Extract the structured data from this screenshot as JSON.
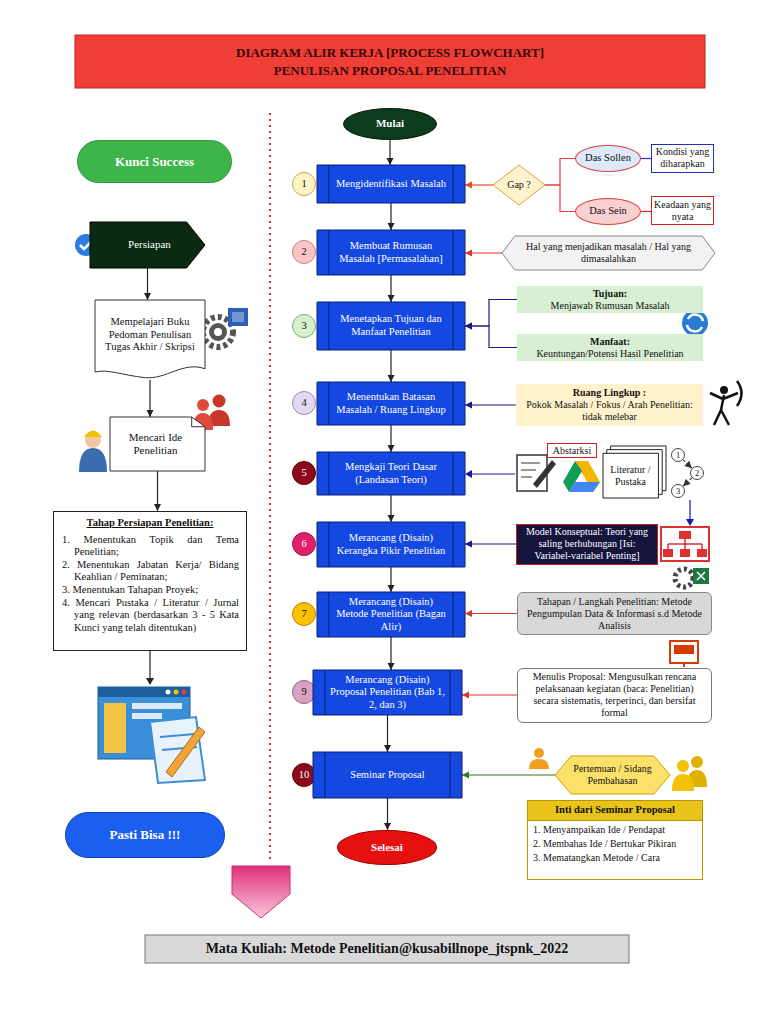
{
  "diagram": {
    "title": "DIAGRAM ALIR KERJA [PROCESS FLOWCHART] PENULISAN PROPOSAL PENELITIAN",
    "caption": "Mata Kuliah: Metode Penelitian@kusabillnope_jtspnk_2022",
    "nodes": [
      {
        "text": [
          "Kunci Success"
        ]
      },
      {
        "text": [
          "Persiapan"
        ]
      },
      {
        "text": [
          "Mempelajari Buku Pedoman Penulisan Tugas Akhir / Skripsi"
        ]
      },
      {
        "text": [
          "Mencari Ide Penelitian"
        ]
      },
      {
        "text": [
          "Tahap Persiapan Penelitian:",
          "1. Menentukan Topik dan Tema Penelitian;",
          "2. Menentukan Jabatan Kerja/ Bidang Keahlian / Peminatan;",
          "3. Menentukan Tahapan Proyek;",
          "4. Mencari Pustaka / Literatur / Jurnal yang relevan (berdasarkan 3 - 5 Kata Kunci yang telah ditentukan)"
        ]
      },
      {
        "text": [
          "Pasti Bisa !!!"
        ]
      },
      {
        "text": [
          "Mulai"
        ]
      },
      {
        "text": [
          "1"
        ]
      },
      {
        "text": [
          "Mengidentifikasi Masalah"
        ]
      },
      {
        "text": [
          "Gap ?"
        ]
      },
      {
        "text": [
          "Das Sollen"
        ]
      },
      {
        "text": [
          "Kondisi yang diharapkan"
        ]
      },
      {
        "text": [
          "Das Sein"
        ]
      },
      {
        "text": [
          "Keadaan yang nyata"
        ]
      },
      {
        "text": [
          "2"
        ]
      },
      {
        "text": [
          "Membuat Rumusan Masalah [Permasalahan]"
        ]
      },
      {
        "text": [
          "Hal yang menjadikan masalah / Hal yang dimasalahkan"
        ]
      },
      {
        "text": [
          "3"
        ]
      },
      {
        "text": [
          "Menetapkan Tujuan dan Manfaat Penelitian"
        ]
      },
      {
        "text": [
          "Tujuan:",
          "Menjawab Rumusan Masalah"
        ]
      },
      {
        "text": [
          "Manfaat:",
          "Keuntungan/Potensi Hasil Penelitian"
        ]
      },
      {
        "text": [
          "4"
        ]
      },
      {
        "text": [
          "Menentukan Batasan Masalah / Ruang Lingkup"
        ]
      },
      {
        "text": [
          "Ruang Lingkup :",
          "Pokok Masalah / Fokus / Arah Penelitian: tidak melebar"
        ]
      },
      {
        "text": [
          "5"
        ]
      },
      {
        "text": [
          "Mengkaji Teori Dasar (Landasan Teori)"
        ]
      },
      {
        "text": [
          "Abstarksi"
        ]
      },
      {
        "text": [
          "Literatur / Pustaka"
        ]
      },
      {
        "text": [
          "1"
        ]
      },
      {
        "text": [
          "2"
        ]
      },
      {
        "text": [
          "3"
        ]
      },
      {
        "text": [
          "6"
        ]
      },
      {
        "text": [
          "Merancang (Disain) Kerangka Pikir Penelitian"
        ]
      },
      {
        "text": [
          "Model Konseptual: Teori yang saling berhubungan [Isi: Variabel-variabel Penting]"
        ]
      },
      {
        "text": [
          "7"
        ]
      },
      {
        "text": [
          "Merancang (Disain) Metode Penelitian (Bagan Alir)"
        ]
      },
      {
        "text": [
          "Tahapan / Langkah Penelitian: Metode Pengumpulan Data & Informasi s.d Metode Analisis"
        ]
      },
      {
        "text": [
          "9"
        ]
      },
      {
        "text": [
          "Merancang (Disain) Proposal Penelitian (Bab 1, 2, dan 3)"
        ]
      },
      {
        "text": [
          "Menulis Proposal: Mengusulkan rencana pelaksanaan kegiatan (baca: Penelitian) secara sistematis, terperinci, dan bersifat formal"
        ]
      },
      {
        "text": [
          "10"
        ]
      },
      {
        "text": [
          "Seminar Proposal"
        ]
      },
      {
        "text": [
          "Pertemuan / Sidang Pembahasan"
        ]
      },
      {
        "text": [
          "Inti dari Seminar Proposal",
          "1. Menyampaikan Ide / Pendapat",
          "2. Membahas Ide / Bertukar Pikiran",
          "3. Mematangkan Metode / Cara"
        ]
      },
      {
        "text": [
          "Selesai"
        ]
      }
    ],
    "edges": [
      {
        "from": 1,
        "to": 2,
        "arrow": "to"
      },
      {
        "from": 2,
        "to": 3,
        "arrow": "to"
      },
      {
        "from": 3,
        "to": 4,
        "arrow": "to"
      },
      {
        "from": 6,
        "to": 8,
        "arrow": "to"
      },
      {
        "from": 8,
        "to": 15,
        "arrow": "to"
      },
      {
        "from": 15,
        "to": 18,
        "arrow": "to"
      },
      {
        "from": 18,
        "to": 22,
        "arrow": "to"
      },
      {
        "from": 22,
        "to": 25,
        "arrow": "to"
      },
      {
        "from": 25,
        "to": 32,
        "arrow": "to"
      },
      {
        "from": 32,
        "to": 35,
        "arrow": "to"
      },
      {
        "from": 35,
        "to": 38,
        "arrow": "to"
      },
      {
        "from": 38,
        "to": 41,
        "arrow": "to"
      },
      {
        "from": 41,
        "to": 44,
        "arrow": "to"
      },
      {
        "from": 9,
        "to": 8,
        "arrow": "to"
      },
      {
        "from": 10,
        "to": 9,
        "arrow": "none"
      },
      {
        "from": 12,
        "to": 9,
        "arrow": "none"
      },
      {
        "from": 10,
        "to": 11,
        "arrow": "none"
      },
      {
        "from": 12,
        "to": 13,
        "arrow": "none"
      },
      {
        "from": 16,
        "to": 15,
        "arrow": "to"
      },
      {
        "from": 19,
        "to": 18,
        "arrow": "to"
      },
      {
        "from": 20,
        "to": 18,
        "arrow": "to"
      },
      {
        "from": 23,
        "to": 22,
        "arrow": "to"
      },
      {
        "from": 28,
        "to": 29,
        "arrow": "to"
      },
      {
        "from": 29,
        "to": 30,
        "arrow": "to"
      },
      {
        "from": 33,
        "to": 32,
        "arrow": "to"
      },
      {
        "from": 36,
        "to": 35,
        "arrow": "to"
      },
      {
        "from": 39,
        "to": 38,
        "arrow": "to"
      },
      {
        "from": 42,
        "to": 41,
        "arrow": "to"
      }
    ]
  }
}
